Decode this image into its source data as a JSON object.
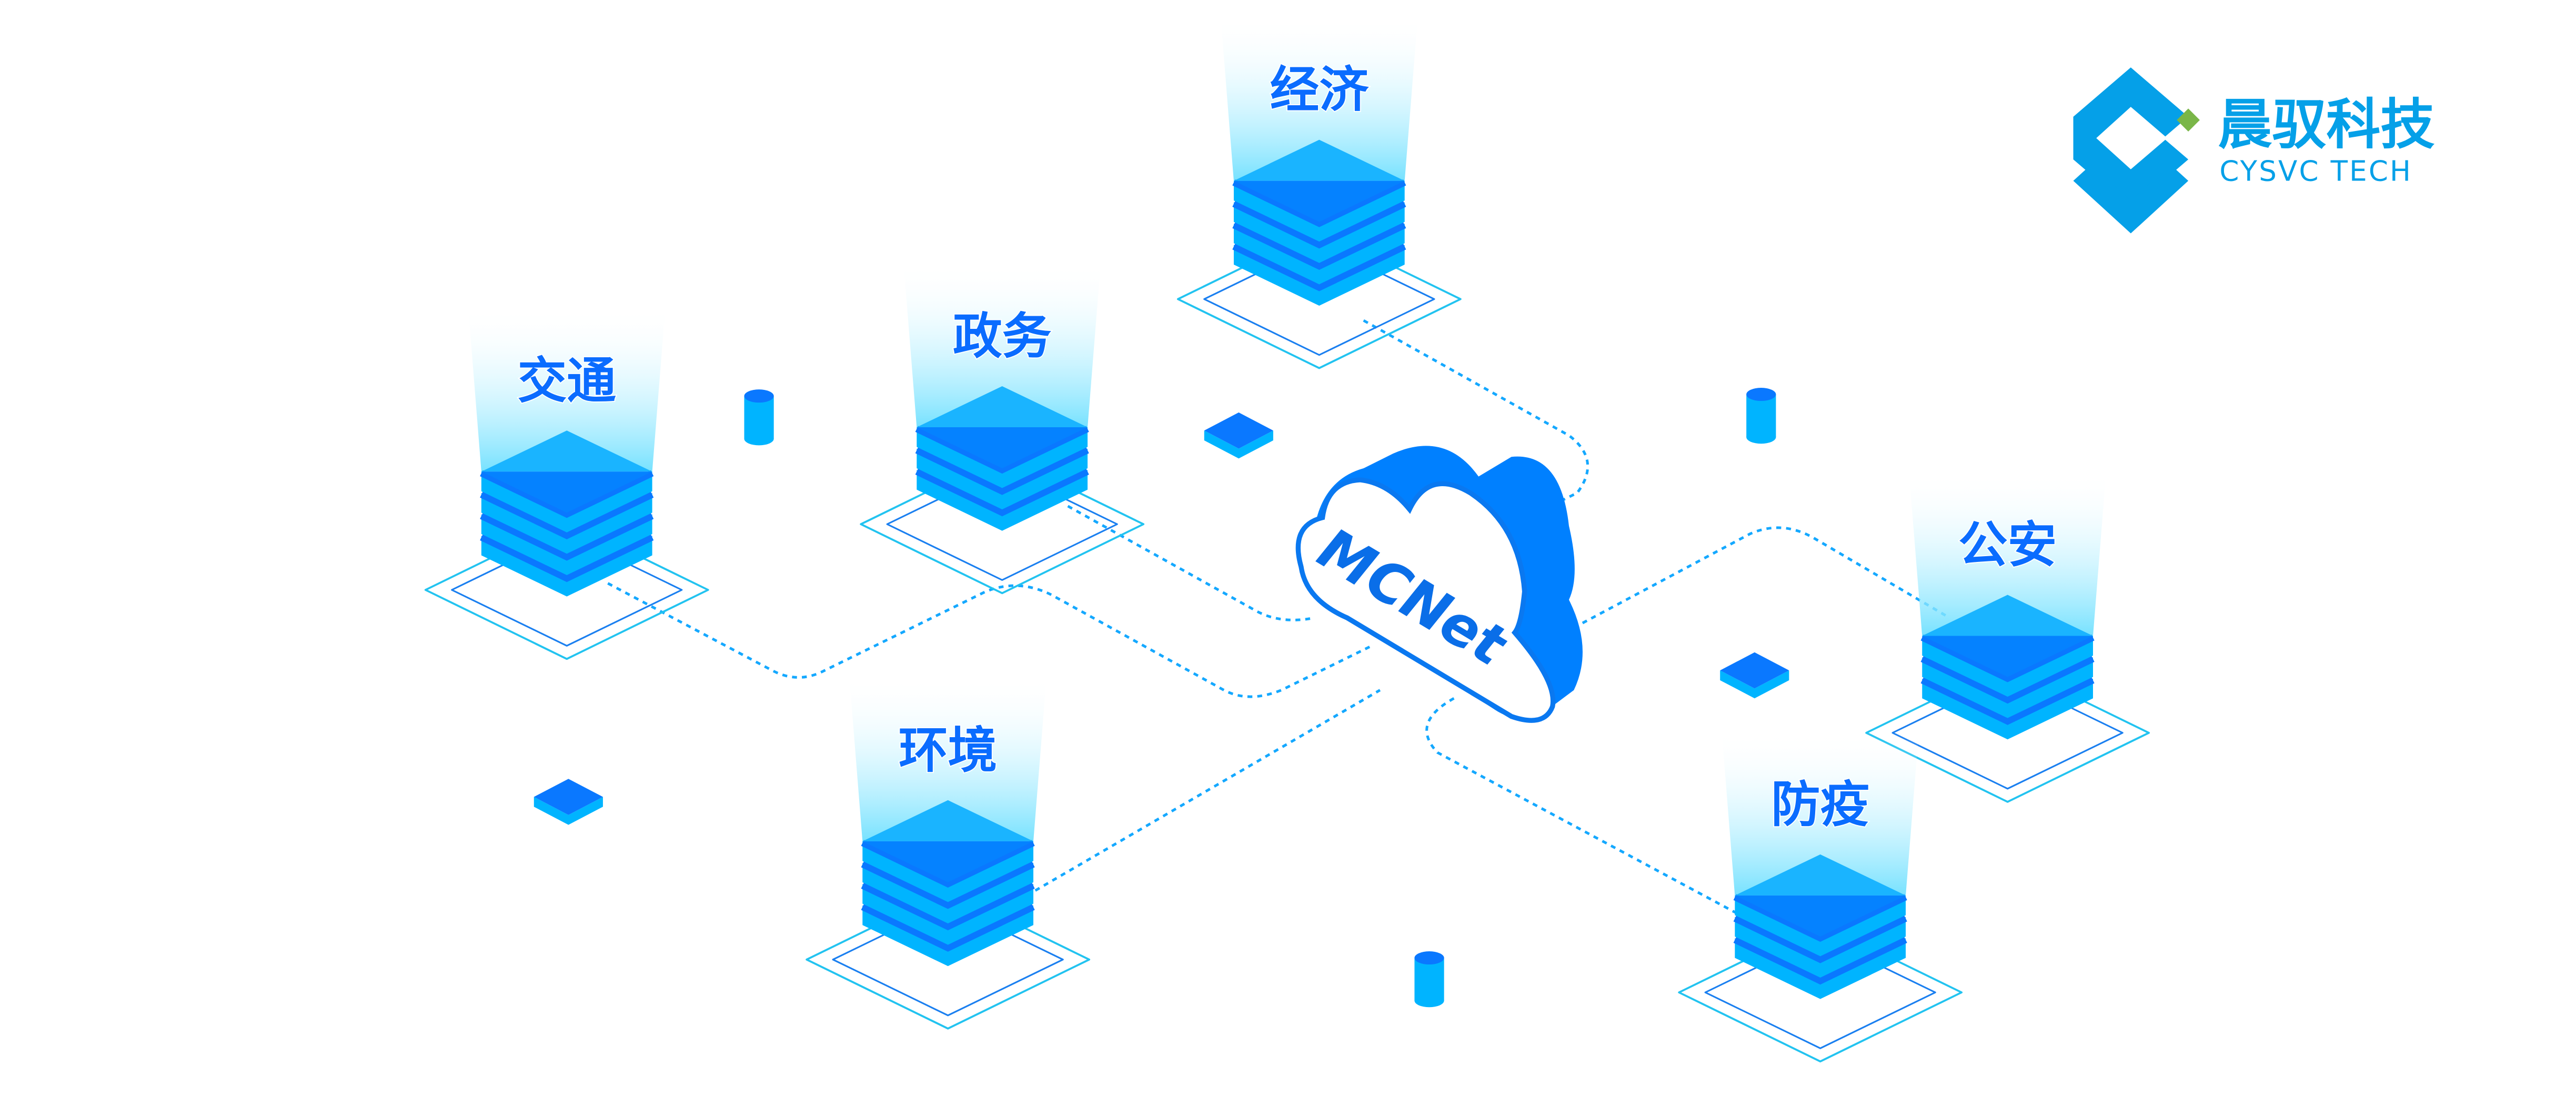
{
  "logo": {
    "name_cn": "晨驭科技",
    "name_en": "CYSVC TECH"
  },
  "cloud": {
    "label": "MCNet"
  },
  "nodes": [
    {
      "id": "economy",
      "label": "经济"
    },
    {
      "id": "government",
      "label": "政务"
    },
    {
      "id": "traffic",
      "label": "交通"
    },
    {
      "id": "environment",
      "label": "环境"
    },
    {
      "id": "public-security",
      "label": "公安"
    },
    {
      "id": "epidemic-prevention",
      "label": "防疫"
    }
  ],
  "colors": {
    "primary": "#0080ff",
    "light": "#00b4ff",
    "logo": "#05a0e8",
    "logo_accent": "#7ab648"
  }
}
